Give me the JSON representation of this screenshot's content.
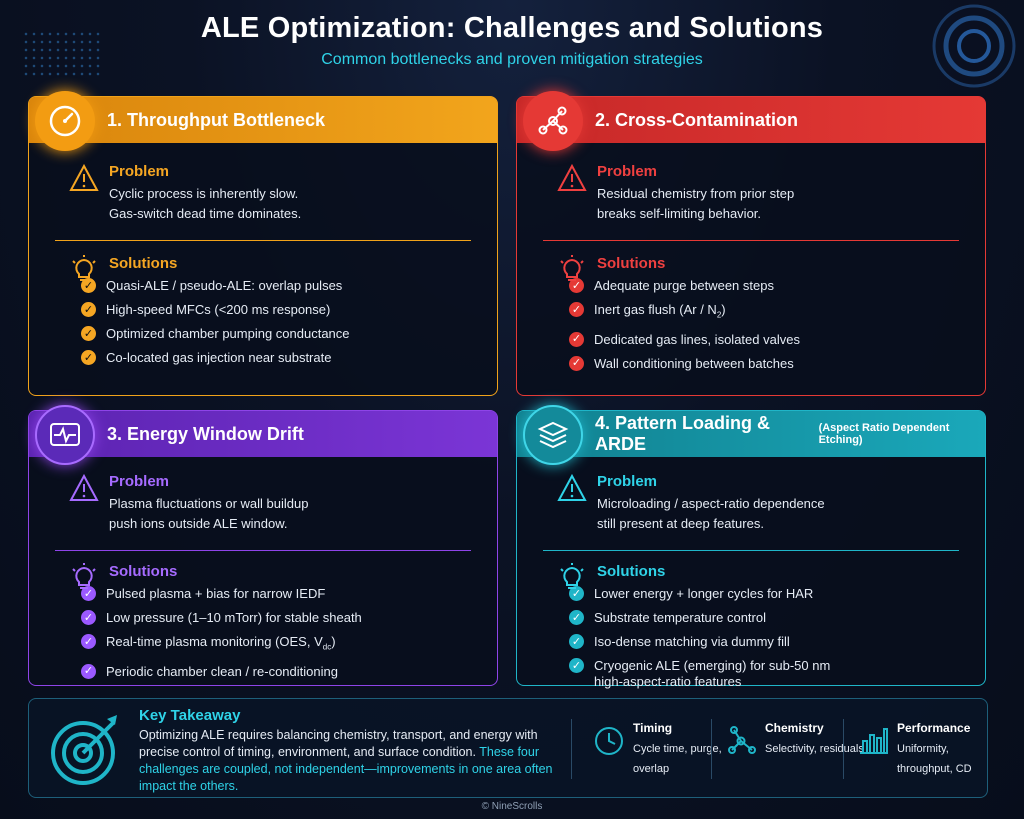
{
  "header": {
    "title": "ALE Optimization: Challenges and Solutions",
    "subtitle": "Common bottlenecks and proven mitigation strategies"
  },
  "colors": {
    "orange": "#f0a21a",
    "red": "#e53935",
    "purple": "#8e44e8",
    "teal": "#1fb5c8"
  },
  "labels": {
    "problem": "Problem",
    "solutions": "Solutions"
  },
  "cards": [
    {
      "title": "1. Throughput Bottleneck",
      "icon": "speedometer-icon",
      "problem": [
        "Cyclic process is inherently slow.",
        "Gas-switch dead time dominates."
      ],
      "solutions": [
        "Quasi-ALE / pseudo-ALE: overlap pulses",
        "High-speed MFCs (<200 ms response)",
        "Optimized chamber pumping conductance",
        "Co-located gas injection near substrate"
      ]
    },
    {
      "title": "2. Cross-Contamination",
      "icon": "molecule-icon",
      "problem": [
        "Residual chemistry from prior step",
        "breaks self-limiting behavior."
      ],
      "solutions": [
        "Adequate purge between steps",
        "Inert gas flush (Ar / N",
        "Dedicated gas lines, isolated valves",
        "Wall conditioning between batches"
      ],
      "solution_sub": {
        "index": 1,
        "sub": "2",
        "tail": ")"
      }
    },
    {
      "title": "3. Energy Window Drift",
      "icon": "pulse-monitor-icon",
      "problem": [
        "Plasma fluctuations or wall buildup",
        "push ions outside ALE window."
      ],
      "solutions": [
        "Pulsed plasma + bias for narrow IEDF",
        "Low pressure (1–10 mTorr) for stable sheath",
        "Real-time plasma monitoring (OES, V",
        "Periodic chamber clean / re-conditioning"
      ],
      "solution_sub": {
        "index": 2,
        "sub": "dc",
        "tail": ")"
      }
    },
    {
      "title": "4. Pattern Loading & ARDE",
      "title_note": "(Aspect Ratio Dependent Etching)",
      "icon": "layers-icon",
      "problem": [
        "Microloading / aspect-ratio dependence",
        "still present at deep features."
      ],
      "solutions": [
        "Lower energy + longer cycles for HAR",
        "Substrate temperature control",
        "Iso-dense matching via dummy fill",
        "Cryogenic ALE (emerging) for sub-50 nm",
        "high-aspect-ratio features"
      ]
    }
  ],
  "takeaway": {
    "title": "Key Takeaway",
    "body": "Optimizing ALE requires balancing chemistry, transport, and energy with precise control of timing, environment, and surface condition.",
    "emphasis": "These four challenges are coupled, not independent—improvements in one area often impact the others.",
    "items": [
      {
        "name": "Timing",
        "desc": "Cycle time, purge, overlap",
        "icon": "clock-icon"
      },
      {
        "name": "Chemistry",
        "desc": "Selectivity, residuals",
        "icon": "molecule-icon"
      },
      {
        "name": "Performance",
        "desc": "Uniformity, throughput, CD",
        "icon": "bar-chart-icon"
      }
    ]
  },
  "credit": "© NineScrolls"
}
